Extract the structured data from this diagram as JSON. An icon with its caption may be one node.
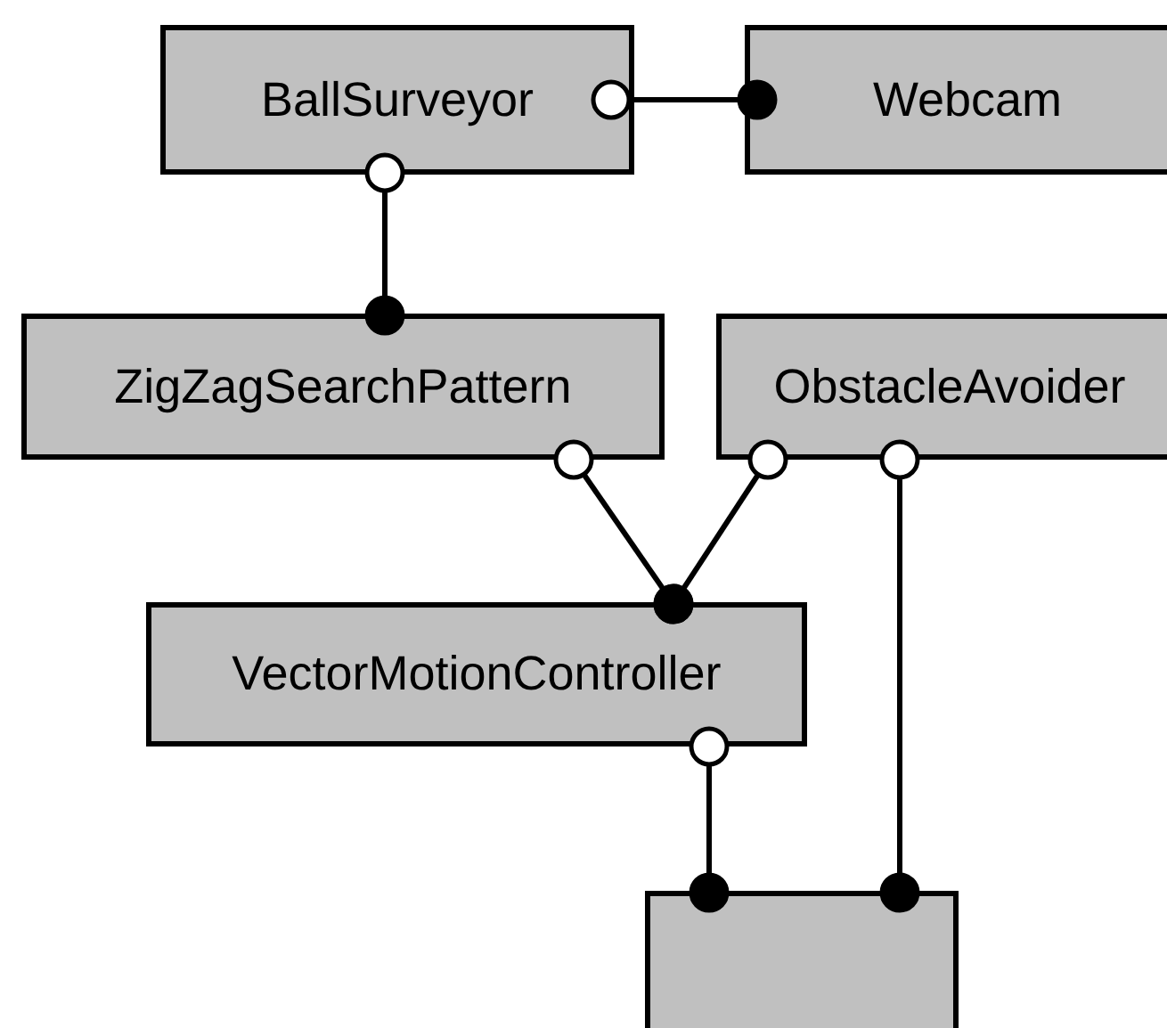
{
  "diagram": {
    "nodes": [
      {
        "text": [
          "BallSurveyor"
        ]
      },
      {
        "text": [
          "Webcam"
        ]
      },
      {
        "text": [
          "ZigZagSearchPattern"
        ]
      },
      {
        "text": [
          "ObstacleAvoider"
        ]
      },
      {
        "text": [
          "VectorMotionController"
        ]
      },
      {
        "text": [],
        "shape": "box"
      }
    ],
    "edges": [
      {
        "from": 0,
        "to": 1,
        "arrow": "other"
      },
      {
        "from": 0,
        "to": 2,
        "arrow": "other"
      },
      {
        "from": 2,
        "to": 4,
        "arrow": "other"
      },
      {
        "from": 3,
        "to": 4,
        "arrow": "other"
      },
      {
        "from": 3,
        "to": 5,
        "arrow": "other"
      },
      {
        "from": 4,
        "to": 5,
        "arrow": "other"
      }
    ]
  }
}
